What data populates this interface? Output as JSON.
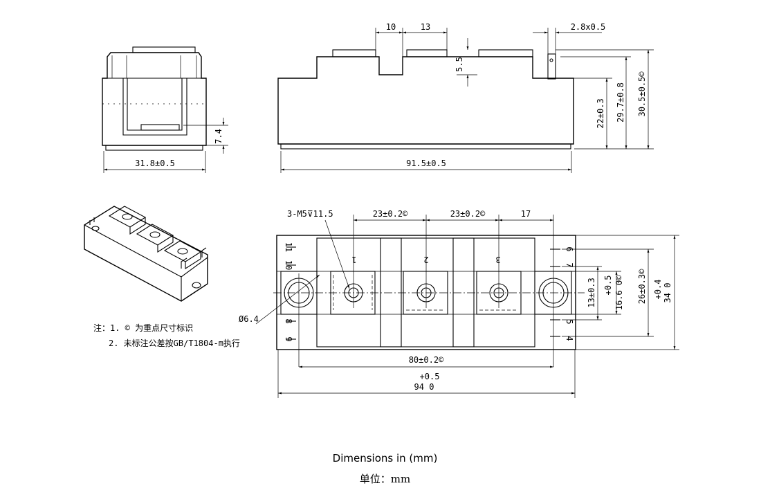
{
  "dimensions": {
    "side_width": "31.8±0.5",
    "side_height": "7.4",
    "front_length": "91.5±0.5",
    "top_gap_a": "10",
    "top_gap_b": "13",
    "top_step": "5.5",
    "pin_width": "2.8x0.5",
    "height_body": "22±0.3",
    "height_mid": "29.7±0.8",
    "height_total": "30.5±0.5©",
    "screw": "3-M5⊽11.5",
    "pitch_1": "23±0.2©",
    "pitch_2": "23±0.2©",
    "edge_17": "17",
    "hole_dia": "Ø6.4",
    "pin_spacing": "13±0.3",
    "width_inner_tol": "+0.5",
    "width_inner": "16.6 0©",
    "width_mid": "26±0.3©",
    "width_outer_tol": "+0.4",
    "width_outer": "34 0",
    "mount_pitch": "80±0.2©",
    "length_tol": "+0.5",
    "length_total": "94 0"
  },
  "terminals": {
    "t1": "1",
    "t2": "2",
    "t3": "3",
    "t4": "4",
    "t5": "5",
    "t6": "6",
    "t7": "7",
    "t8": "8",
    "t9": "9",
    "t10": "10",
    "t11": "11"
  },
  "notes": {
    "line1": "注：1. © 为重点尺寸标识",
    "line2": "2. 未标注公差按GB/T1804-m执行"
  },
  "captions": {
    "english": "Dimensions in (mm)",
    "chinese": "单位：mm"
  }
}
